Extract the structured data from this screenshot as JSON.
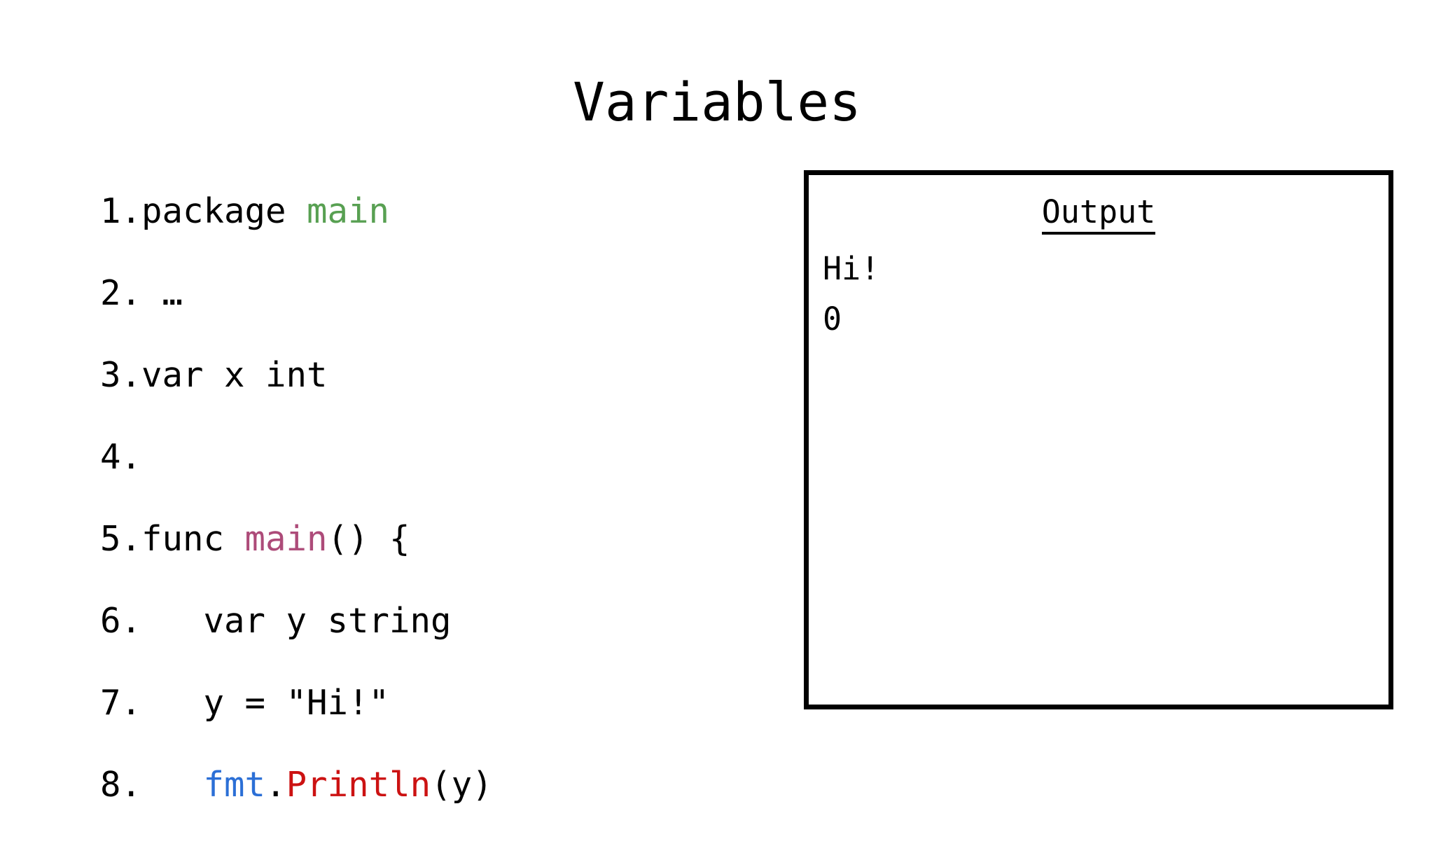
{
  "slide": {
    "title": "Variables",
    "background_color": "#ffffff",
    "text_color": "#000000"
  },
  "syntax_colors": {
    "plain": "#000000",
    "package_name": "#58a052",
    "func_name": "#ad4b79",
    "package_ref": "#2b6fd6",
    "function_call": "#cc1212"
  },
  "code": {
    "language": "go",
    "lines": [
      {
        "number": "1.",
        "tokens": [
          {
            "text": "package ",
            "kind": "plain"
          },
          {
            "text": "main",
            "kind": "package_name"
          }
        ]
      },
      {
        "number": "2.",
        "tokens": [
          {
            "text": " …",
            "kind": "plain"
          }
        ]
      },
      {
        "number": "3.",
        "tokens": [
          {
            "text": "var x int",
            "kind": "plain"
          }
        ]
      },
      {
        "number": "4.",
        "tokens": [
          {
            "text": "",
            "kind": "plain"
          }
        ]
      },
      {
        "number": "5.",
        "tokens": [
          {
            "text": "func ",
            "kind": "plain"
          },
          {
            "text": "main",
            "kind": "func_name"
          },
          {
            "text": "() {",
            "kind": "plain"
          }
        ]
      },
      {
        "number": "6.",
        "tokens": [
          {
            "text": "   var y string",
            "kind": "plain"
          }
        ]
      },
      {
        "number": "7.",
        "tokens": [
          {
            "text": "   y = \"Hi!\"",
            "kind": "plain"
          }
        ]
      },
      {
        "number": "8.",
        "tokens": [
          {
            "text": "   ",
            "kind": "plain"
          },
          {
            "text": "fmt",
            "kind": "package_ref"
          },
          {
            "text": ".",
            "kind": "plain"
          },
          {
            "text": "Println",
            "kind": "function_call"
          },
          {
            "text": "(y)",
            "kind": "plain"
          }
        ]
      }
    ]
  },
  "output_panel": {
    "title": "Output",
    "lines": [
      "Hi!",
      "0"
    ]
  }
}
